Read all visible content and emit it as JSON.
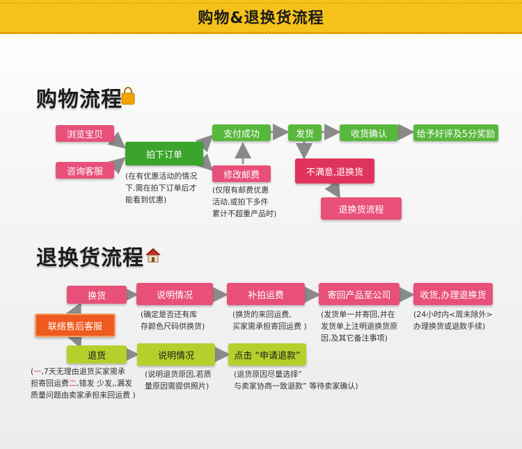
{
  "header": {
    "title": "购物&退换货流程"
  },
  "shopping": {
    "title": "购物流程",
    "browse": "浏览宝贝",
    "consult": "咨询客服",
    "order": "拍下订单",
    "order_note": [
      "(在有优惠活动的情况",
      "下,需在拍下订单后才",
      "能看到优惠)"
    ],
    "pay": "支付成功",
    "modify_postage": "修改邮费",
    "postage_note": [
      "(仅限有邮费优惠",
      "活动,或拍下多件",
      "累计不超重产品时)"
    ],
    "ship": "发货",
    "confirm": "收货确认",
    "review": "给予好评及5分奖励",
    "unsatisfied": "不满意,退换货",
    "return_flow": "退换货流程"
  },
  "returns": {
    "title": "退换货流程",
    "contact": "联络售后客服",
    "exchange": "换货",
    "explain1": "说明情况",
    "explain1_note": [
      "(确定是否还有库",
      "存颜色尺码供换货)"
    ],
    "repay": "补拍运费",
    "repay_note": [
      "(换货的来回运费,",
      "买家需承担寄回运费 )"
    ],
    "send_back": "寄回产品至公司",
    "send_back_note": [
      "(发货单一并寄回,并在",
      "发货单上注明退换货原",
      "因,及其它备注事项)"
    ],
    "receive": "收货,办理退换货",
    "receive_note": [
      "(24小时内<周末除外>",
      "办理换货或退款手续)"
    ],
    "refund": "退货",
    "refund_note_1a": "(",
    "refund_note_1b": "一",
    "refund_note_1c": ",7天无理由退货买家需承",
    "refund_note_2a": "担寄回运费",
    "refund_note_2b": "二",
    "refund_note_2c": ",错发 少发,,漏发",
    "refund_note_3": "质量问题由卖家承担来回运费 )",
    "explain2": "说明情况",
    "explain2_note": [
      "(说明退货原因,若质",
      "量原因需提供照片)"
    ],
    "apply": "点击 “申请退款”",
    "apply_note": [
      "(退货原因尽量选择”",
      "与卖家协商一致退款” 等待卖家确认)"
    ]
  },
  "colors": {
    "header_bg": "#f4c21a",
    "pink": "#e8507a",
    "green": "#58b83c",
    "red": "#e0335b",
    "orange": "#ee5a1f",
    "lime": "#b7cf2c"
  },
  "icons": [
    "shopping-bag-icon",
    "house-icon"
  ]
}
